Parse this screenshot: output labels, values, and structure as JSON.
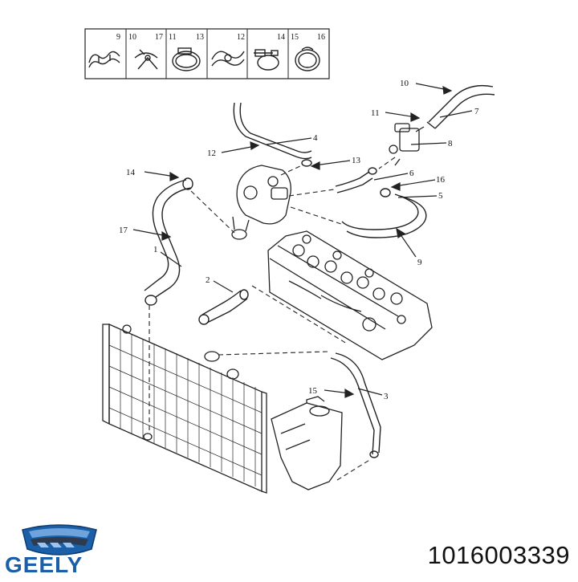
{
  "legend": {
    "cells": [
      {
        "left": "",
        "right": "9"
      },
      {
        "left": "10",
        "right": "17"
      },
      {
        "left": "11",
        "right": "13"
      },
      {
        "left": "",
        "right": "12"
      },
      {
        "left": "",
        "right": "14"
      },
      {
        "left": "15",
        "right": "16"
      }
    ]
  },
  "callouts": [
    "10",
    "7",
    "11",
    "8",
    "4",
    "12",
    "13",
    "6",
    "16",
    "5",
    "14",
    "17",
    "1",
    "9",
    "2",
    "15",
    "3"
  ],
  "part_number": "1016003339",
  "brand": {
    "name": "GEELY",
    "color": "#1b5fa8"
  }
}
